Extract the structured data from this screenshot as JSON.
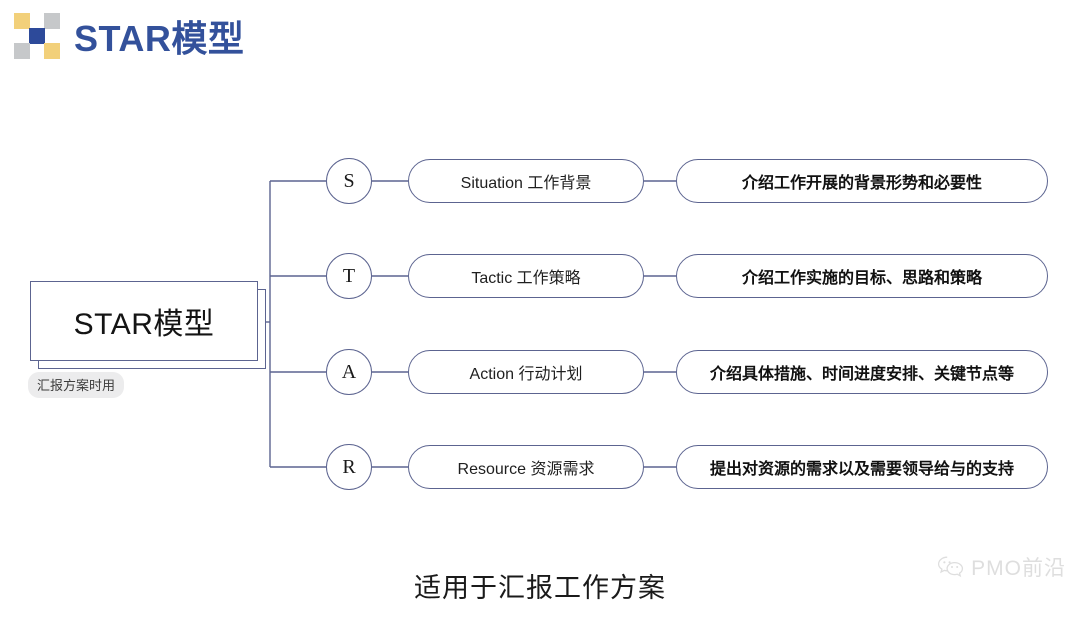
{
  "header": {
    "title": "STAR模型",
    "logo_icon": "checkerboard-logo-icon",
    "brand_color": "#33519b",
    "logo_colors": {
      "yellow": "#f2d07a",
      "gray": "#c6c8ca",
      "blue": "#2d4a9a"
    }
  },
  "root": {
    "label": "STAR模型",
    "tag": "汇报方案时用"
  },
  "colors": {
    "line": "#5c6490",
    "text": "#1a1a1a",
    "tag_bg": "#ececed"
  },
  "rows": [
    {
      "letter": "S",
      "middle": "Situation 工作背景",
      "right": "介绍工作开展的背景形势和必要性"
    },
    {
      "letter": "T",
      "middle": "Tactic 工作策略",
      "right": "介绍工作实施的目标、思路和策略"
    },
    {
      "letter": "A",
      "middle": "Action 行动计划",
      "right": "介绍具体措施、时间进度安排、关键节点等"
    },
    {
      "letter": "R",
      "middle": "Resource 资源需求",
      "right": "提出对资源的需求以及需要领导给与的支持"
    }
  ],
  "caption": "适用于汇报工作方案",
  "watermark": {
    "text": "PMO前沿",
    "icon": "wechat-icon"
  }
}
